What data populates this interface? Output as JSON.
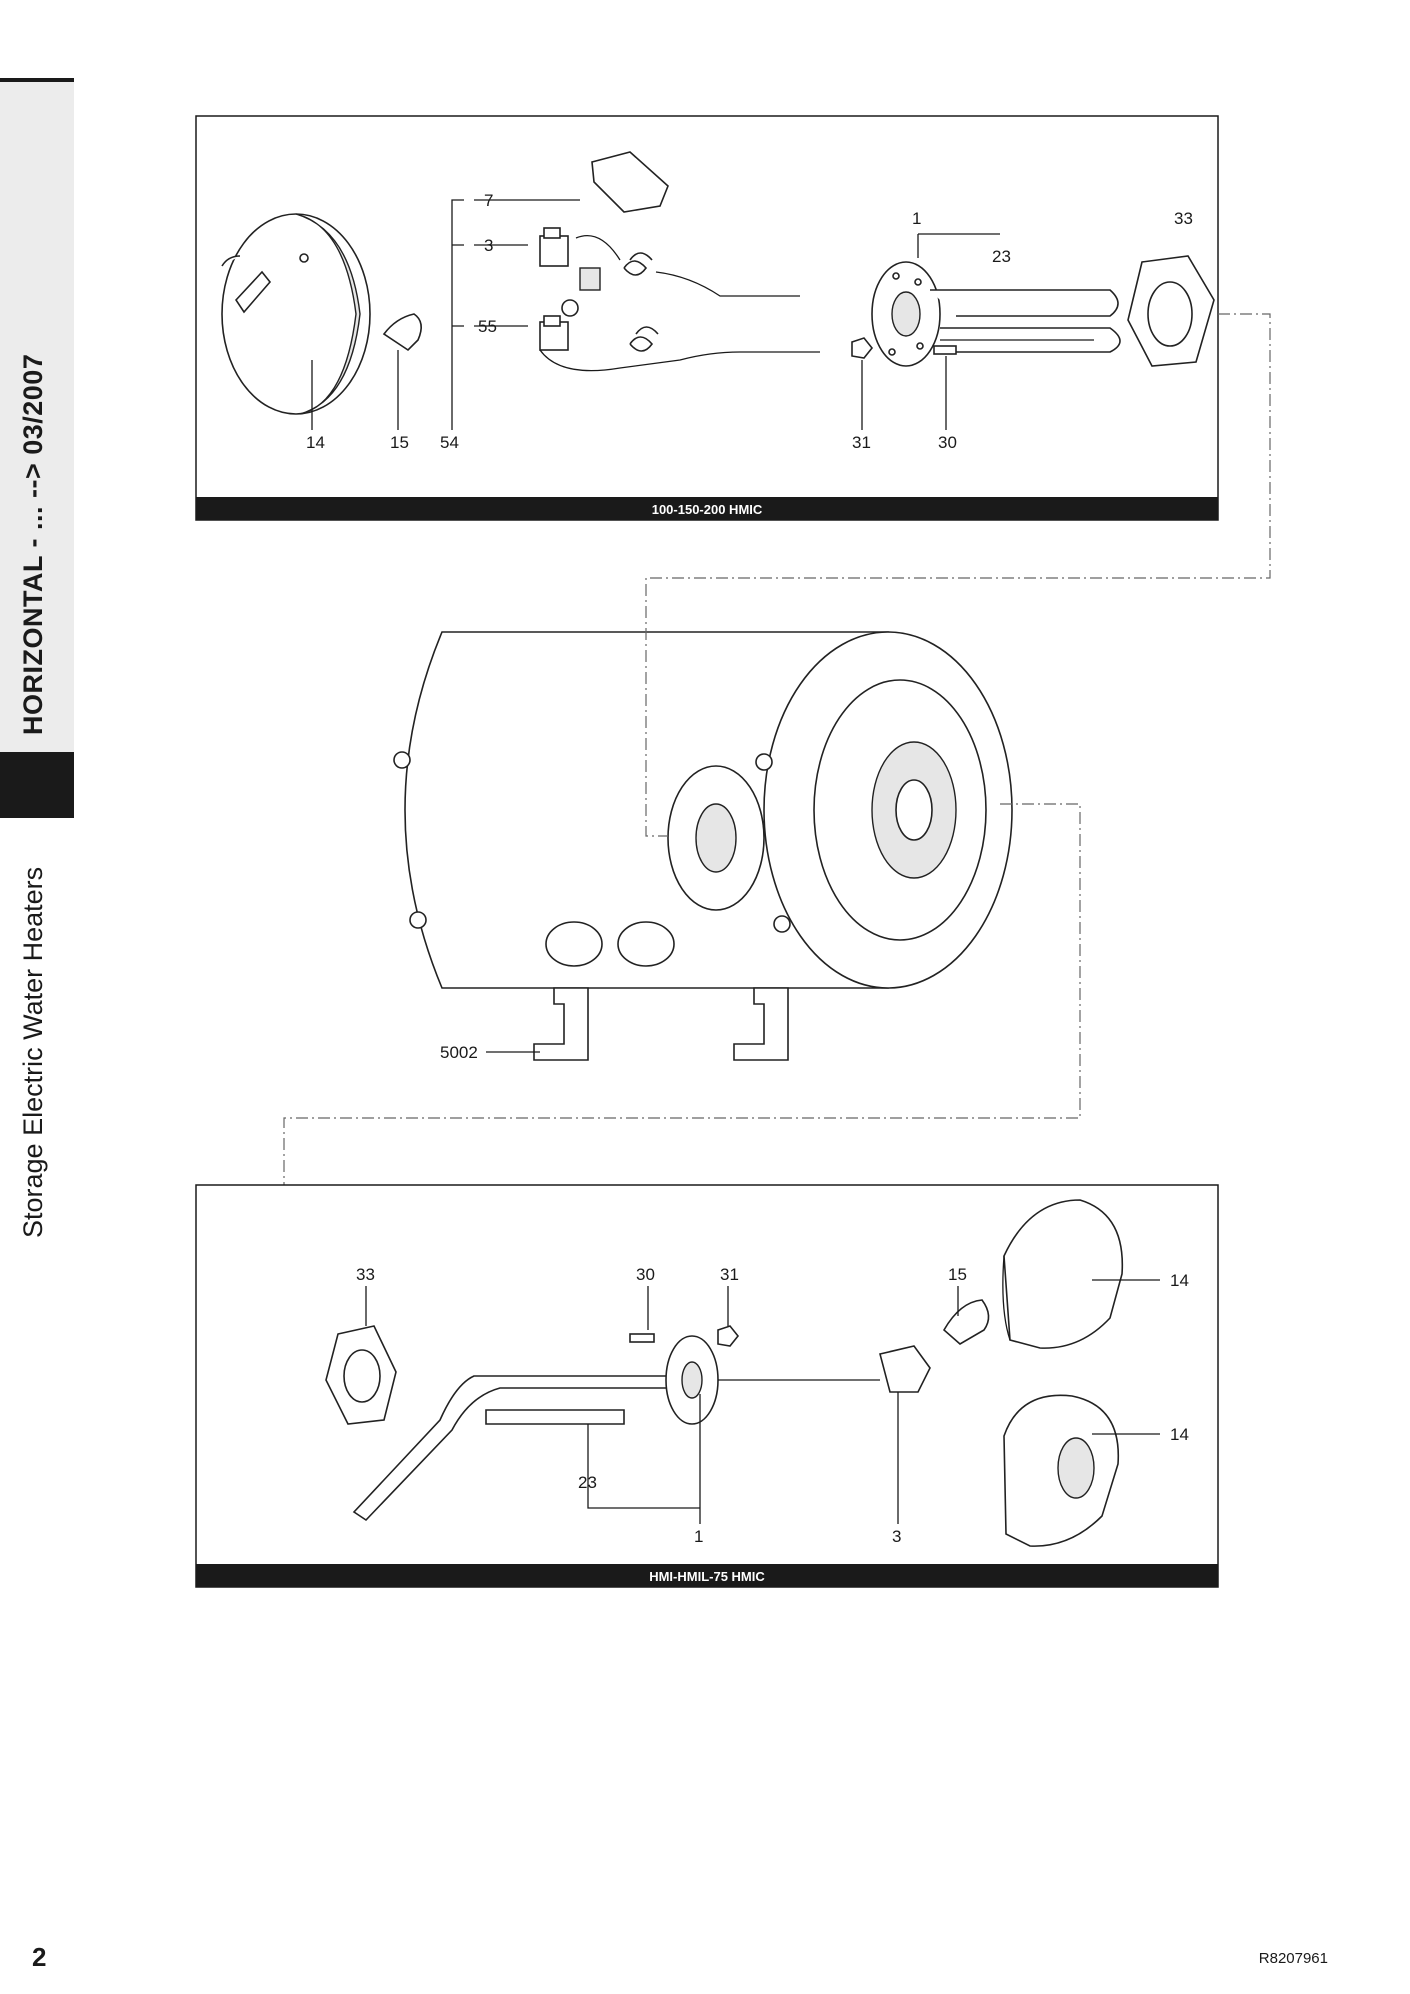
{
  "side_tab": {
    "top_text": "HORIZONTAL - ... --> 03/2007",
    "bottom_text": "Storage Electric Water Heaters"
  },
  "page": {
    "number": "2",
    "reference": "R8207961"
  },
  "top_panel": {
    "caption": "100-150-200 HMIC",
    "labels": {
      "p7": "7",
      "p3": "3",
      "p55": "55",
      "p1": "1",
      "p23": "23",
      "p33": "33",
      "p14": "14",
      "p15": "15",
      "p54": "54",
      "p31": "31",
      "p30": "30"
    }
  },
  "middle": {
    "labels": {
      "p5002": "5002"
    }
  },
  "bottom_panel": {
    "caption": "HMI-HMIL-75 HMIC",
    "labels": {
      "p33": "33",
      "p30": "30",
      "p31": "31",
      "p15": "15",
      "p14a": "14",
      "p14b": "14",
      "p23": "23",
      "p1": "1",
      "p3": "3"
    }
  }
}
